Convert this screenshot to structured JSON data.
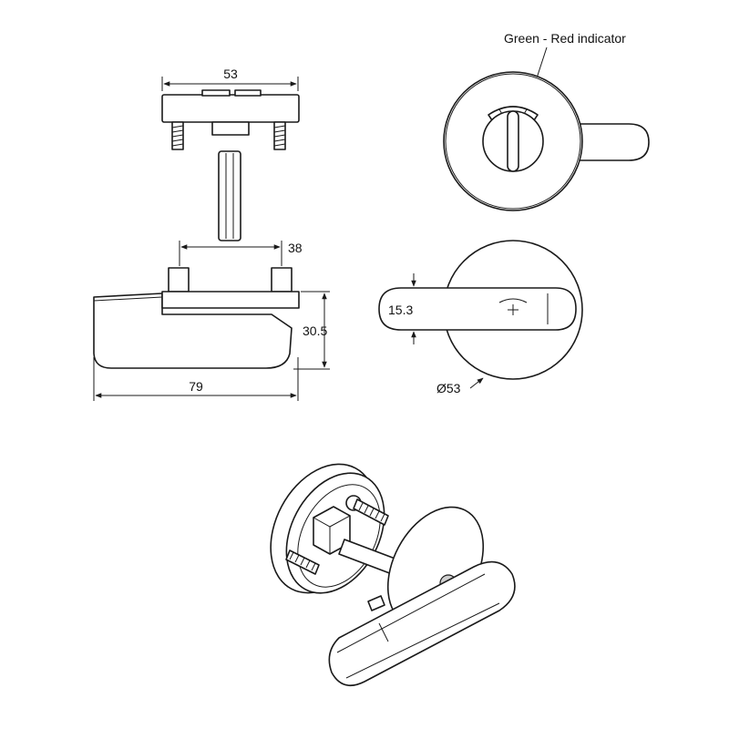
{
  "labels": {
    "indicator": "Green - Red indicator",
    "dim_width_top": "53",
    "dim_spindle_span": "38",
    "dim_height": "30.5",
    "dim_length": "79",
    "dim_lever_width": "15.3",
    "dim_rose_diameter": "Ø53"
  },
  "colors": {
    "line": "#1a1a1a",
    "background": "#ffffff",
    "shade": "#cfcfcf"
  }
}
